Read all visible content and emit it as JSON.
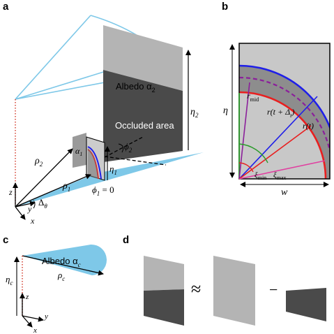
{
  "panels": {
    "a": "a",
    "b": "b",
    "c": "c",
    "d": "d"
  },
  "panel_a": {
    "albedo": "Albedo α",
    "albedo_sub": "2",
    "occluded": "Occluded area",
    "eta2": "η",
    "eta2_sub": "2",
    "eta1": "η",
    "eta1_sub": "1",
    "phi2": "ϕ",
    "phi2_sub": "2",
    "phi1": "ϕ",
    "phi1_sub": "1",
    "phi1_eq": " = 0",
    "alpha1": "α",
    "alpha1_sub": "1",
    "rho2": "ρ",
    "rho2_sub": "2",
    "rho1": "ρ",
    "rho1_sub": "1",
    "delta_theta": "Δ",
    "delta_theta_sub": "θ",
    "z": "z",
    "y": "y",
    "x": "x"
  },
  "panel_b": {
    "eta": "η",
    "w": "w",
    "r_mid": "r",
    "r_mid_sub": "mid",
    "r_t_delta": "r(t + Δ",
    "r_t_delta_sub": "t",
    "r_t_delta_close": ")",
    "r_t": "r(t)",
    "xi_min": "ξ",
    "xi_min_sub": "min",
    "xi_max": "ξ",
    "xi_max_sub": "max"
  },
  "panel_c": {
    "albedo": "Albedo α",
    "albedo_sub": "c",
    "eta_c": "η",
    "eta_c_sub": "c",
    "rho_c": "ρ",
    "rho_c_sub": "c",
    "z": "z",
    "y": "y",
    "x": "x"
  },
  "panel_d": {
    "approx": "≈",
    "minus": "−"
  },
  "colors": {
    "sky_blue": "#7ec8e8",
    "light_gray": "#b4b4b4",
    "dark_gray": "#4a4a4a",
    "blue": "#1f1fe8",
    "red": "#e81f1f",
    "purple": "#8b1f9b",
    "magenta": "#e040a0",
    "green": "#2a9a2a"
  }
}
